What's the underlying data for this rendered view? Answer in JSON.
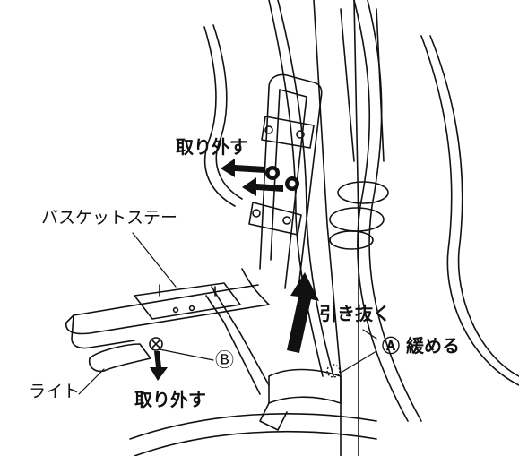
{
  "labels": {
    "remove_top": "取り外す",
    "basket_stay": "バスケットステー",
    "pull_out": "引き抜く",
    "loosen_a": "Ⓐ 緩める",
    "marker_b": "Ⓑ",
    "light": "ライト",
    "remove_bottom": "取り外す"
  },
  "colors": {
    "line": "#111111",
    "background": "#ffffff"
  }
}
